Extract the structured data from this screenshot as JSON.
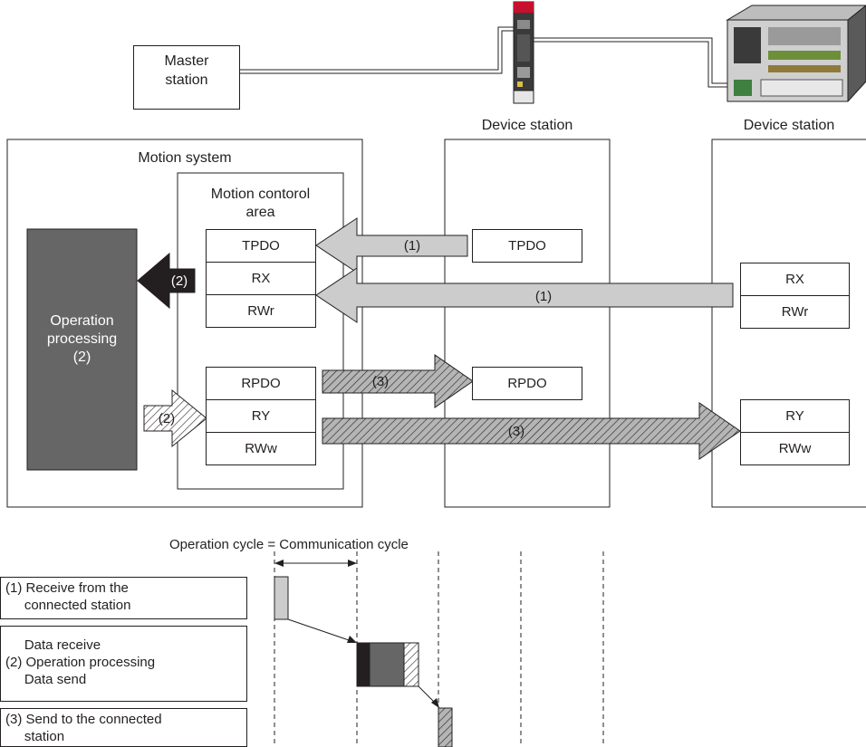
{
  "master": {
    "label": "Master\nstation"
  },
  "device_station_label": "Device station",
  "motion_system": {
    "title": "Motion system",
    "control_area_title": "Motion contorol\narea",
    "registers_in": [
      "TPDO",
      "RX",
      "RWr"
    ],
    "registers_out": [
      "RPDO",
      "RY",
      "RWw"
    ],
    "operation_processing": "Operation\nprocessing\n(2)"
  },
  "device1": {
    "registers": [
      "TPDO",
      "RPDO"
    ]
  },
  "device2": {
    "registers": [
      "RX",
      "RWr",
      "RY",
      "RWw"
    ]
  },
  "arrows": {
    "receive_tpdo": "(1)",
    "receive_rx": "(1)",
    "op_to_processing": "(2)",
    "op_from_processing": "(2)",
    "send_rpdo": "(3)",
    "send_ry": "(3)"
  },
  "timing": {
    "cycle_label": "Operation cycle = Communication cycle",
    "legend": [
      "(1) Receive from the\n     connected station",
      "     Data receive\n(2) Operation processing\n     Data send",
      "(3) Send to the connected\n     station"
    ]
  },
  "colors": {
    "receive_arrow": "#cccccc",
    "processing_block": "#666666",
    "black": "#231f20",
    "send_hatch": "#999999"
  }
}
